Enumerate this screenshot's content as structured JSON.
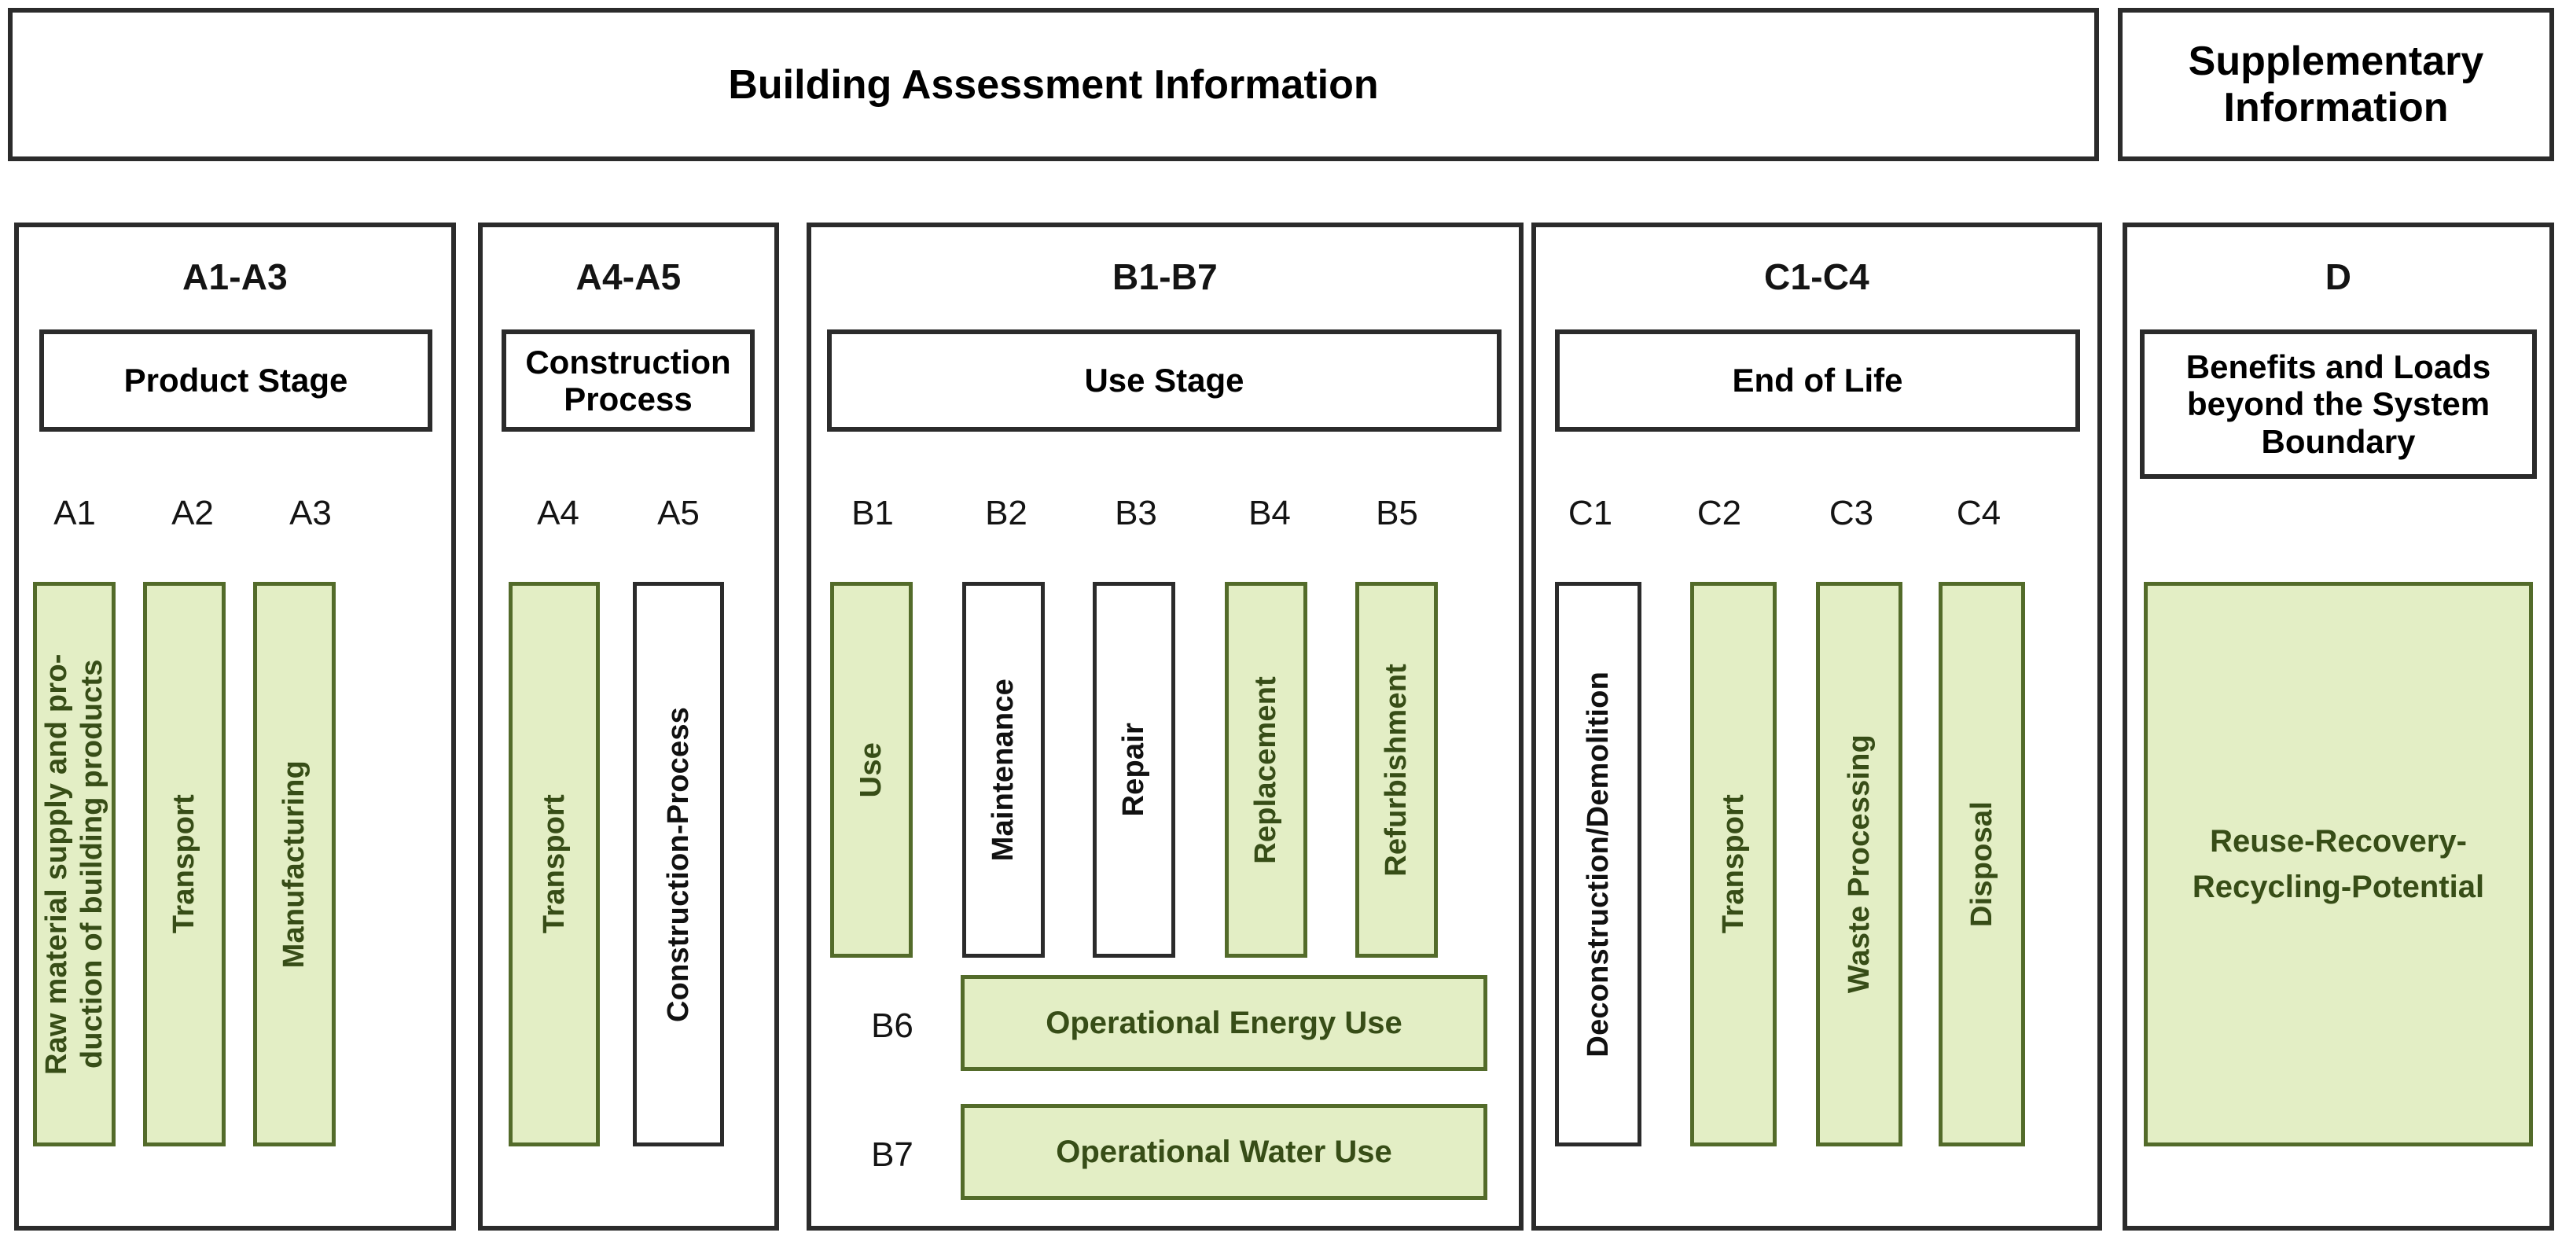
{
  "headers": {
    "main": "Building Assessment Information",
    "supplementary": "Supplementary Information"
  },
  "colors": {
    "green_fill": "#e3eec5",
    "green_border": "#536b2a",
    "green_text": "#374d17",
    "dark_border": "#2b2b2b",
    "page_background": "#ffffff"
  },
  "sections": [
    {
      "code": "A1-A3",
      "stage": "Product Stage",
      "modules": [
        {
          "code": "A1",
          "label": "Raw material supply and pro-duction of building products",
          "fill": "green"
        },
        {
          "code": "A2",
          "label": "Transport",
          "fill": "green"
        },
        {
          "code": "A3",
          "label": "Manufacturing",
          "fill": "green"
        }
      ]
    },
    {
      "code": "A4-A5",
      "stage": "Construction Process",
      "modules": [
        {
          "code": "A4",
          "label": "Transport",
          "fill": "green"
        },
        {
          "code": "A5",
          "label": "Construction-Process",
          "fill": "white"
        }
      ]
    },
    {
      "code": "B1-B7",
      "stage": "Use Stage",
      "modules": [
        {
          "code": "B1",
          "label": "Use",
          "fill": "green"
        },
        {
          "code": "B2",
          "label": "Maintenance",
          "fill": "white"
        },
        {
          "code": "B3",
          "label": "Repair",
          "fill": "white"
        },
        {
          "code": "B4",
          "label": "Replacement",
          "fill": "green"
        },
        {
          "code": "B5",
          "label": "Refurbishment",
          "fill": "green"
        }
      ],
      "wide_modules": [
        {
          "code": "B6",
          "label": "Operational Energy Use",
          "fill": "green"
        },
        {
          "code": "B7",
          "label": "Operational Water Use",
          "fill": "green"
        }
      ]
    },
    {
      "code": "C1-C4",
      "stage": "End of Life",
      "modules": [
        {
          "code": "C1",
          "label": "Deconstruction/Demolition",
          "fill": "white"
        },
        {
          "code": "C2",
          "label": "Transport",
          "fill": "green"
        },
        {
          "code": "C3",
          "label": "Waste Processing",
          "fill": "green"
        },
        {
          "code": "C4",
          "label": "Disposal",
          "fill": "green"
        }
      ]
    },
    {
      "code": "D",
      "stage": "Benefits and Loads beyond the System Boundary",
      "block": {
        "label": "Reuse-Recovery-Recycling-Potential",
        "fill": "green"
      }
    }
  ]
}
